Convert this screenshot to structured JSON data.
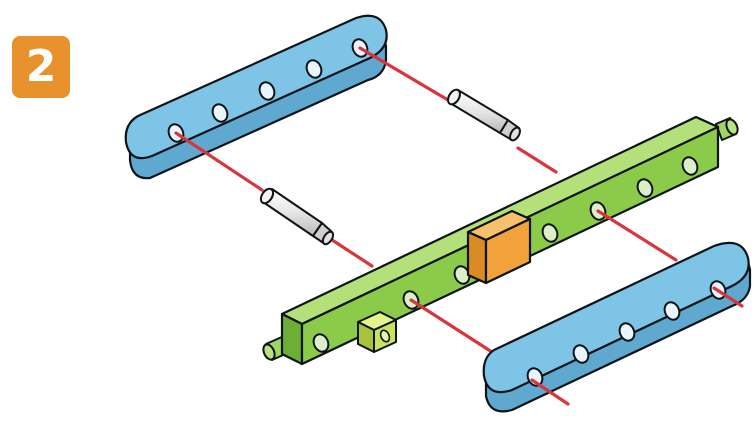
{
  "step": {
    "number": "2"
  },
  "colors": {
    "badge": "#E8922E",
    "blue_bar": "#7EC4E6",
    "green_bar": "#8CCB4A",
    "orange_connector": "#F2A23A",
    "peg": "#E4E4E4",
    "guide_line": "#D8353D",
    "outline": "#0E1418"
  },
  "parts": [
    {
      "name": "blue-bar",
      "count": 2
    },
    {
      "name": "green-bar",
      "count": 1
    },
    {
      "name": "orange-connector",
      "count": 1
    },
    {
      "name": "white-peg",
      "count": 2
    },
    {
      "name": "lime-nub",
      "count": 1
    }
  ]
}
